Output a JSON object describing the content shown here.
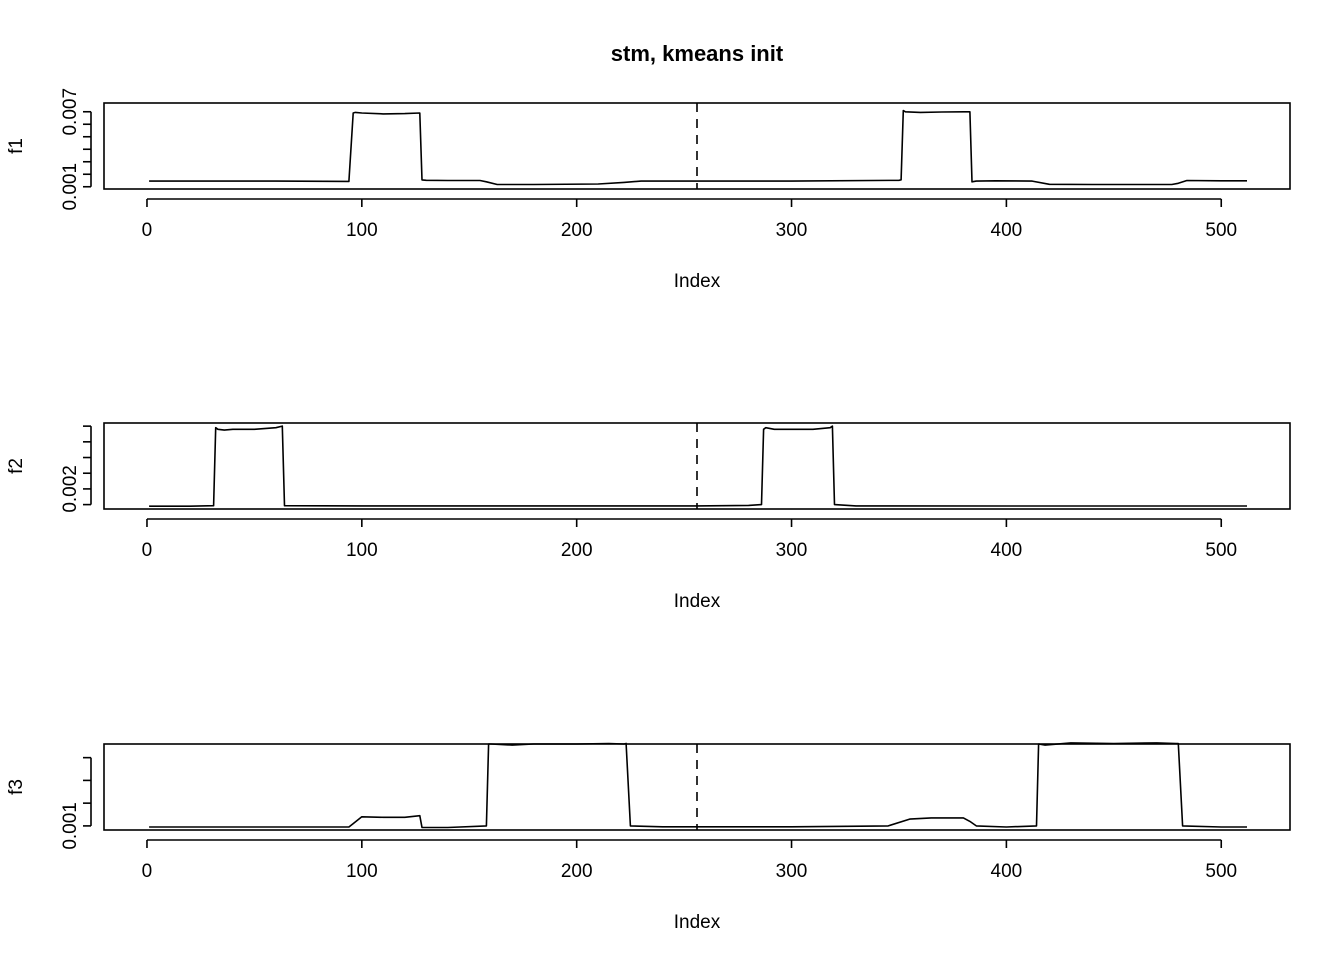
{
  "chart_data": {
    "title": "stm, kmeans init",
    "type": "line",
    "panels": [
      {
        "ylabel": "f1",
        "xlabel": "Index",
        "xlim": [
          -20,
          532
        ],
        "ylim": [
          0.00082,
          0.0077
        ],
        "xticks": [
          0,
          100,
          200,
          300,
          400,
          500
        ],
        "yticks": [
          0.001,
          0.002,
          0.003,
          0.004,
          0.005,
          0.006,
          0.007
        ],
        "ytick_labels": [
          "0.001",
          "0.007"
        ],
        "vline_x": 256,
        "series": {
          "x": [
            1,
            60,
            94,
            96,
            97,
            100,
            110,
            120,
            127,
            128,
            130,
            140,
            155,
            158,
            163,
            180,
            210,
            222,
            230,
            256,
            300,
            350,
            351,
            352,
            353,
            360,
            370,
            380,
            383,
            384,
            386,
            395,
            412,
            420,
            440,
            460,
            477,
            480,
            484,
            500,
            512
          ],
          "y": [
            0.00145,
            0.00145,
            0.00143,
            0.0069,
            0.00695,
            0.0069,
            0.00683,
            0.00685,
            0.0069,
            0.00155,
            0.00152,
            0.0015,
            0.0015,
            0.0014,
            0.00118,
            0.00118,
            0.00122,
            0.00135,
            0.00145,
            0.00145,
            0.00145,
            0.00152,
            0.00155,
            0.0071,
            0.007,
            0.00695,
            0.00698,
            0.007,
            0.007,
            0.0014,
            0.00145,
            0.00148,
            0.00145,
            0.0012,
            0.00118,
            0.00118,
            0.00118,
            0.00128,
            0.0015,
            0.00148,
            0.00148
          ]
        }
      },
      {
        "ylabel": "f2",
        "xlabel": "Index",
        "xlim": [
          -20,
          532
        ],
        "ylim": [
          0.00072,
          0.0062
        ],
        "xticks": [
          0,
          100,
          200,
          300,
          400,
          500
        ],
        "yticks": [
          0.001,
          0.002,
          0.003,
          0.004,
          0.005,
          0.006
        ],
        "ytick_labels": [
          "0.002"
        ],
        "vline_x": 256,
        "series": {
          "x": [
            1,
            20,
            31,
            32,
            33,
            36,
            40,
            50,
            60,
            63,
            64,
            100,
            200,
            256,
            280,
            286,
            287,
            288,
            292,
            300,
            310,
            318,
            319,
            320,
            330,
            400,
            500,
            512
          ],
          "y": [
            0.0009,
            0.0009,
            0.00093,
            0.0059,
            0.0058,
            0.00575,
            0.0058,
            0.0058,
            0.0059,
            0.006,
            0.00093,
            0.00092,
            0.00092,
            0.00092,
            0.00095,
            0.001,
            0.0058,
            0.0059,
            0.0058,
            0.0058,
            0.0058,
            0.0059,
            0.006,
            0.001,
            0.00092,
            0.00091,
            0.00091,
            0.00091
          ]
        }
      },
      {
        "ylabel": "f3",
        "xlabel": "Index",
        "xlim": [
          -20,
          532
        ],
        "ylim": [
          0.00082,
          0.0046
        ],
        "xticks": [
          0,
          100,
          200,
          300,
          400,
          500
        ],
        "yticks": [
          0.001,
          0.002,
          0.003,
          0.004
        ],
        "ytick_labels": [
          "0.001"
        ],
        "vline_x": 256,
        "series": {
          "x": [
            1,
            50,
            94,
            96,
            100,
            110,
            120,
            127,
            128,
            130,
            140,
            158,
            159,
            160,
            170,
            180,
            200,
            215,
            222,
            223,
            225,
            240,
            256,
            300,
            345,
            355,
            365,
            380,
            383,
            386,
            400,
            414,
            415,
            418,
            430,
            450,
            470,
            479,
            480,
            482,
            500,
            512
          ],
          "y": [
            0.00095,
            0.00095,
            0.00095,
            0.0011,
            0.0014,
            0.00138,
            0.00138,
            0.00145,
            0.00093,
            0.00093,
            0.00093,
            0.001,
            0.0046,
            0.0046,
            0.00455,
            0.0046,
            0.0046,
            0.00462,
            0.0046,
            0.00462,
            0.001,
            0.00096,
            0.00096,
            0.00096,
            0.001,
            0.0013,
            0.00135,
            0.00135,
            0.0012,
            0.001,
            0.00095,
            0.001,
            0.0046,
            0.00455,
            0.00465,
            0.00462,
            0.00465,
            0.00462,
            0.00462,
            0.001,
            0.00095,
            0.00095
          ]
        }
      }
    ]
  }
}
